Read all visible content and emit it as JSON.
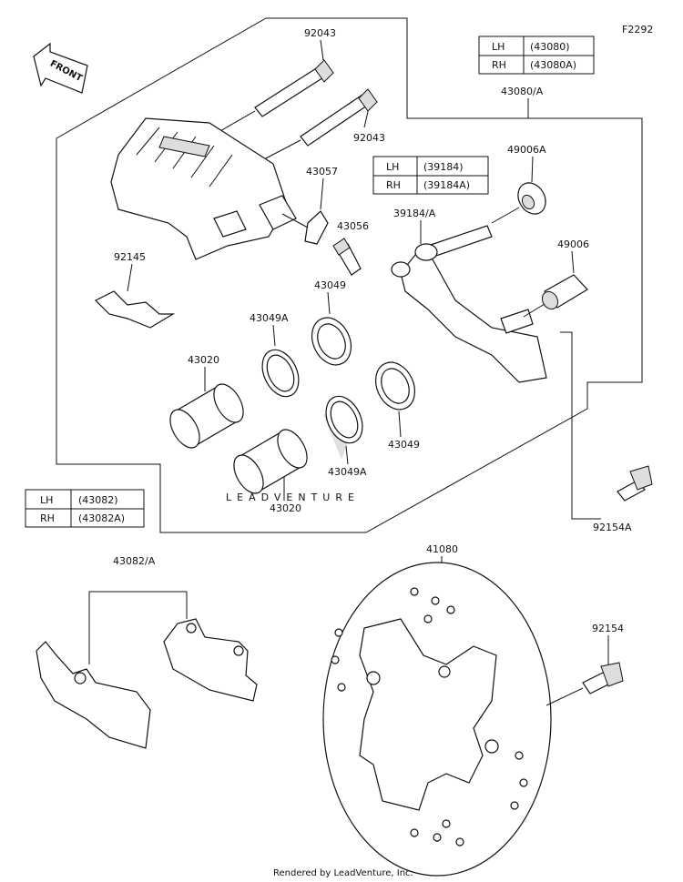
{
  "figure_id": "F2292",
  "credit": "Rendered by LeadVenture, Inc.",
  "watermark": "LEADVENTURE",
  "front_marker": "FRONT",
  "tables": [
    {
      "rows": [
        [
          "LH",
          "(43080)"
        ],
        [
          "RH",
          "(43080A)"
        ]
      ]
    },
    {
      "rows": [
        [
          "LH",
          "(39184)"
        ],
        [
          "RH",
          "(39184A)"
        ]
      ]
    },
    {
      "rows": [
        [
          "LH",
          "(43082)"
        ],
        [
          "RH",
          "(43082A)"
        ]
      ]
    }
  ],
  "part_labels": {
    "p92043_a": "92043",
    "p92043_b": "92043",
    "p43080": "43080/A",
    "p43057": "43057",
    "p43056": "43056",
    "p49006a": "49006A",
    "p39184": "39184/A",
    "p49006": "49006",
    "p92145": "92145",
    "p43049_a": "43049",
    "p43049a_a": "43049A",
    "p43020_a": "43020",
    "p43049_b": "43049",
    "p43049a_b": "43049A",
    "p43020_b": "43020",
    "p92154a": "92154A",
    "p43082": "43082/A",
    "p41080": "41080",
    "p92154": "92154"
  }
}
